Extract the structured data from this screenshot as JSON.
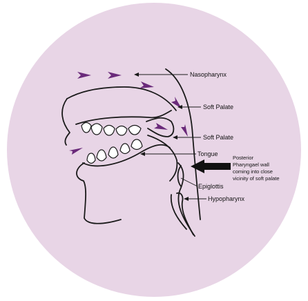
{
  "colors": {
    "circle_background": "#e8d5e6",
    "outline": "#1a1a1a",
    "airflow_arrow": "#6a2a7a",
    "pointer_arrow": "#111111"
  },
  "labels": {
    "nasopharynx": "Nasopharynx",
    "soft_palate_upper": "Soft Palate",
    "soft_palate_lower": "Soft Palate",
    "tongue": "Tongue",
    "epiglottis": "Epiglottis",
    "hypopharynx": "Hypopharynx"
  },
  "annotation": {
    "lines": [
      "Posterior",
      "Pharyngael wall",
      "coming into close",
      "vicinity of soft palate"
    ]
  },
  "icons": {
    "airflow": "purple-arrowhead",
    "pointer": "black-block-arrow"
  }
}
